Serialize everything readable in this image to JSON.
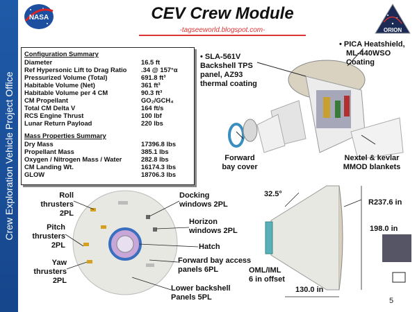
{
  "header": {
    "title": "CEV Crew Module",
    "subtitle": "-tagseeworld.blogspot.com-",
    "nasa_logo_text": "NASA",
    "orion_logo_text": "ORION"
  },
  "sidebar": {
    "text": "Crew Exploration Vehicle Project Office"
  },
  "config_summary": {
    "heading": "Configuration Summary",
    "rows": [
      {
        "label": "Diameter",
        "value": "16.5 ft"
      },
      {
        "label": "Ref Hypersonic Lift to Drag Ratio",
        "value": ".34 @ 157°α"
      },
      {
        "label": "Pressurized Volume (Total)",
        "value": "691.8 ft³"
      },
      {
        "label": "Habitable Volume (Net)",
        "value": "361 ft³"
      },
      {
        "label": "Habitable Volume per 4 CM",
        "value": "90.3 ft³"
      },
      {
        "label": "CM Propellant",
        "value": "GO₂/GCH₄"
      },
      {
        "label": "Total CM Delta V",
        "value": "164 ft/s"
      },
      {
        "label": "RCS Engine Thrust",
        "value": "100 lbf"
      },
      {
        "label": "Lunar Return Payload",
        "value": "220 lbs"
      }
    ]
  },
  "mass_summary": {
    "heading": "Mass Properties Summary",
    "rows": [
      {
        "label": "Dry Mass",
        "value": "17396.8 lbs"
      },
      {
        "label": "Propellant Mass",
        "value": "385.1 lbs"
      },
      {
        "label": "Oxygen / Nitrogen Mass / Water",
        "value": "282.8 lbs"
      },
      {
        "label": "CM Landing Wt.",
        "value": "16174.3 lbs"
      },
      {
        "label": "GLOW",
        "value": "18706.3 lbs"
      }
    ]
  },
  "exploded_labels": {
    "sla": [
      "• SLA-561V",
      "Backshell TPS",
      "panel, AZ93",
      "thermal coating"
    ],
    "pica": [
      "• PICA Heatshield,",
      "ML-440WSO",
      "Coating"
    ],
    "forward_bay": [
      "Forward",
      "bay cover"
    ],
    "nextel": [
      "Nextel & kevlar",
      "MMOD blankets"
    ]
  },
  "top_view_labels": {
    "roll": [
      "Roll",
      "thrusters",
      "2PL"
    ],
    "pitch": [
      "Pitch",
      "thrusters",
      "2PL"
    ],
    "yaw": [
      "Yaw",
      "thrusters",
      "2PL"
    ],
    "docking": [
      "Docking",
      "windows 2PL"
    ],
    "horizon": [
      "Horizon",
      "windows 2PL"
    ],
    "hatch": "Hatch",
    "fwd_access": [
      "Forward bay access",
      "panels 6PL"
    ],
    "lower_backshell": [
      "Lower backshell",
      "Panels 5PL"
    ]
  },
  "side_view_labels": {
    "angle": "32.5°",
    "radius": "R237.6 in",
    "diameter": "198.0 in",
    "oml": [
      "OML/IML",
      "6 in offset"
    ],
    "length": "130.0 in"
  },
  "page_number": "5",
  "colors": {
    "sidebar": "#1f5aa8",
    "title_accent": "#dd3333",
    "capsule": "#e8e8e2"
  }
}
